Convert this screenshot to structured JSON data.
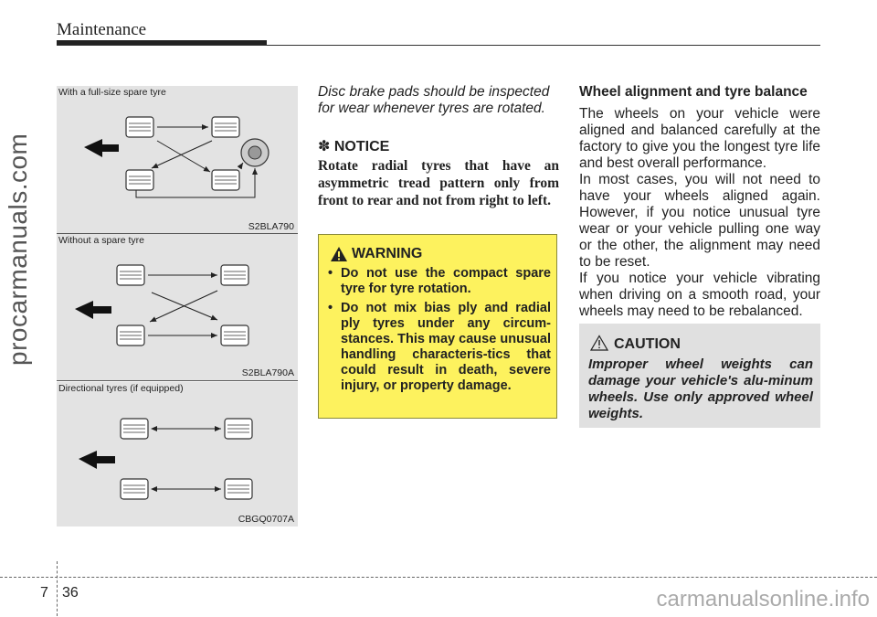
{
  "header": {
    "title": "Maintenance"
  },
  "watermarks": {
    "side": "procarmanuals.com",
    "bottom": "carmanualsonline.info"
  },
  "figures": [
    {
      "caption": "With a full-size spare tyre",
      "code": "S2BLA790"
    },
    {
      "caption": "Without a spare tyre",
      "code": "S2BLA790A"
    },
    {
      "caption": "Directional tyres (if equipped)",
      "code": "CBGQ0707A"
    }
  ],
  "middle": {
    "intro": "Disc brake pads should be inspected for wear whenever tyres are rotated.",
    "notice_title": "✽ NOTICE",
    "notice_body": "Rotate radial tyres that have an asymmetric tread pattern only from front to rear and not from right to left.",
    "warning": {
      "title": "WARNING",
      "items": [
        "Do not use the compact spare tyre for tyre rotation.",
        "Do not mix bias ply and radial ply tyres under any circum-stances. This may cause unusual handling characteris-tics that could result in death, severe injury, or property damage."
      ]
    }
  },
  "right": {
    "heading": "Wheel alignment and tyre balance",
    "paragraphs": [
      "The wheels on your vehicle were aligned and balanced carefully at the factory to give you the longest tyre life and best overall performance.",
      "In most cases, you will not need to have your wheels aligned again. However, if you notice unusual tyre wear or your vehicle pulling one way or the other, the alignment may need to be reset.",
      "If you notice your vehicle vibrating when driving on a smooth road, your wheels may need to be rebalanced."
    ],
    "caution": {
      "title": "CAUTION",
      "body": "Improper wheel weights can damage your vehicle's alu-minum wheels. Use only approved wheel weights."
    }
  },
  "footer": {
    "chapter": "7",
    "page": "36"
  },
  "colors": {
    "warning_bg": "#fdf25e",
    "caution_bg": "#e0e0e0",
    "figure_bg": "#e3e3e3"
  }
}
